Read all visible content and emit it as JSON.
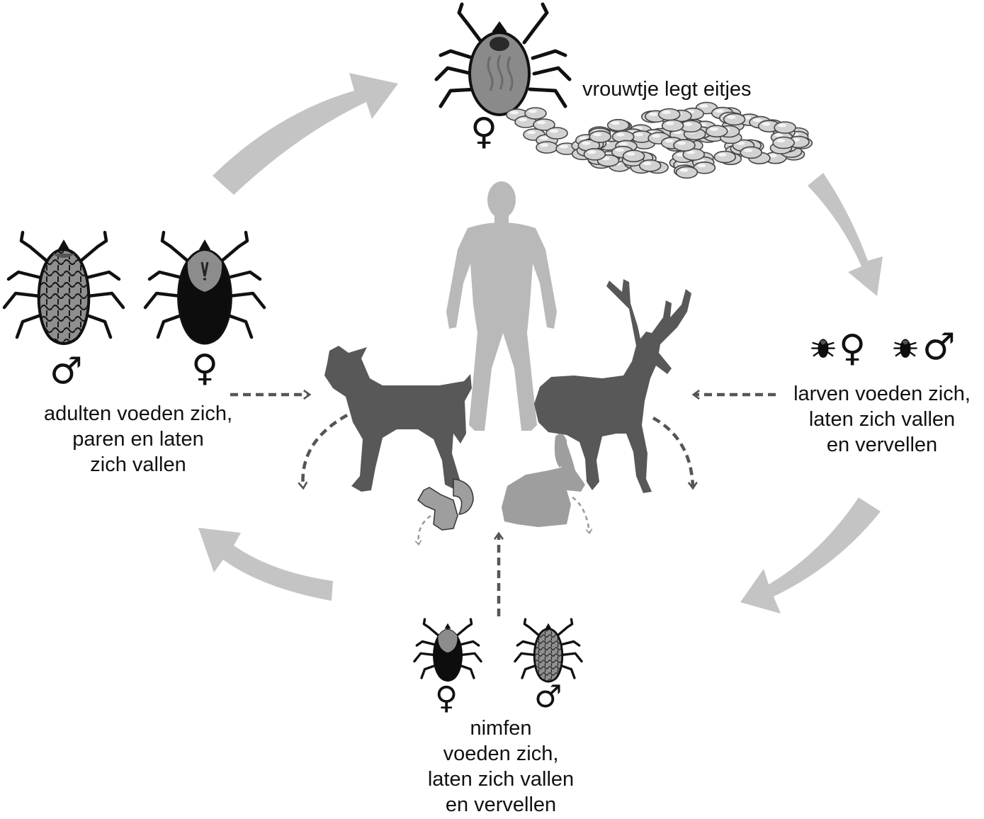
{
  "stages": {
    "eggs": {
      "label": "vrouwtje legt eitjes",
      "female_symbol": "♀"
    },
    "larvae": {
      "lines": [
        "larven voeden zich,",
        "laten zich vallen",
        "en vervellen"
      ],
      "female_symbol": "♀",
      "male_symbol": "♂"
    },
    "nymphs": {
      "lines": [
        "nimfen",
        "voeden zich,",
        "laten zich vallen",
        "en vervellen"
      ],
      "female_symbol": "♀",
      "male_symbol": "♂"
    },
    "adults": {
      "lines": [
        "adulten voeden zich,",
        "paren en laten",
        "zich vallen"
      ],
      "female_symbol": "♀",
      "male_symbol": "♂"
    }
  },
  "hosts": [
    "human-silhouette",
    "dog-silhouette",
    "deer-silhouette",
    "rabbit-silhouette",
    "squirrel-silhouette"
  ],
  "colors": {
    "cycle_arrow": "#c4c4c4",
    "dashed_arrow": "#555555",
    "tick_gray": "#8c8c8c",
    "tick_black": "#0d0d0d",
    "human": "#b9b9b9",
    "dog_deer": "#585858",
    "rabbit_squirrel": "#9e9e9e"
  }
}
